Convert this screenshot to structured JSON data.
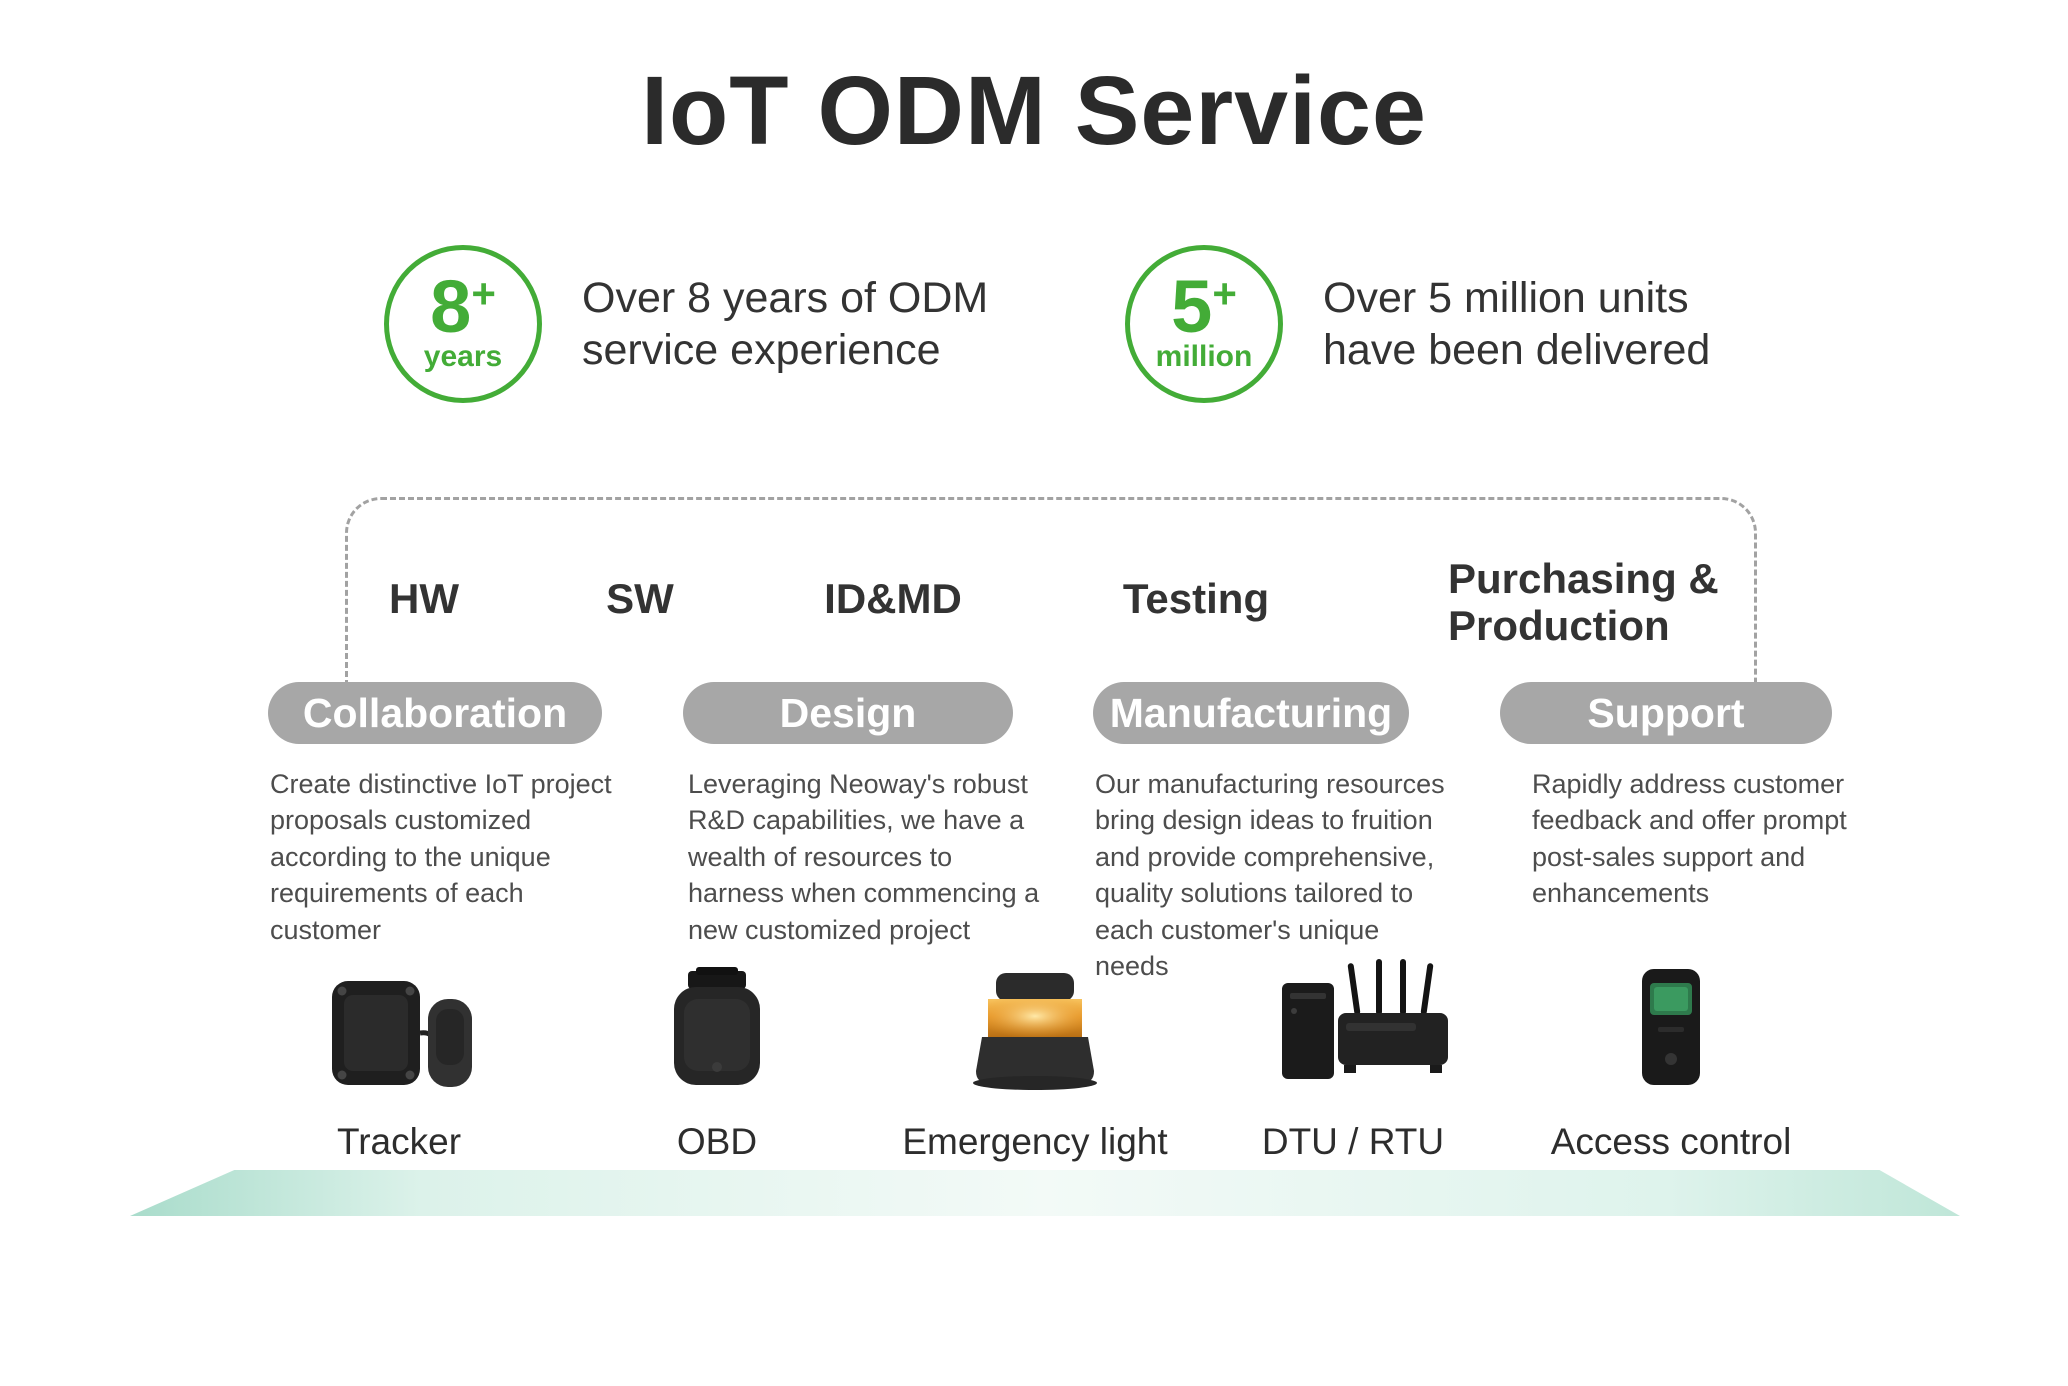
{
  "title": "IoT ODM Service",
  "stats": [
    {
      "number": "8",
      "plus": "+",
      "unit": "years",
      "description": "Over 8 years of ODM service experience"
    },
    {
      "number": "5",
      "plus": "+",
      "unit": "million",
      "description": "Over 5 million units have been delivered"
    }
  ],
  "phases": [
    "HW",
    "SW",
    "ID&MD",
    "Testing",
    "Purchasing & Production"
  ],
  "pillars": [
    {
      "label": "Collaboration",
      "description": "Create distinctive IoT project proposals customized according to the unique requirements of each customer"
    },
    {
      "label": "Design",
      "description": "Leveraging Neoway's robust R&D capabilities, we have a wealth of resources to harness when commencing a new customized project"
    },
    {
      "label": "Manufacturing",
      "description": "Our manufacturing resources bring design ideas to fruition and provide comprehensive, quality solutions tailored to each customer's unique needs"
    },
    {
      "label": "Support",
      "description": "Rapidly address customer feedback and offer prompt post-sales support and enhancements"
    }
  ],
  "products": [
    {
      "label": "Tracker"
    },
    {
      "label": "OBD"
    },
    {
      "label": "Emergency light"
    },
    {
      "label": "DTU / RTU"
    },
    {
      "label": "Access control"
    }
  ],
  "colors": {
    "accent_green": "#43ac37",
    "pill_gray": "#a7a7a7",
    "text_dark": "#2b2b2b",
    "text_gray": "#4d4d4d",
    "platform_teal": "#a9dccb"
  }
}
